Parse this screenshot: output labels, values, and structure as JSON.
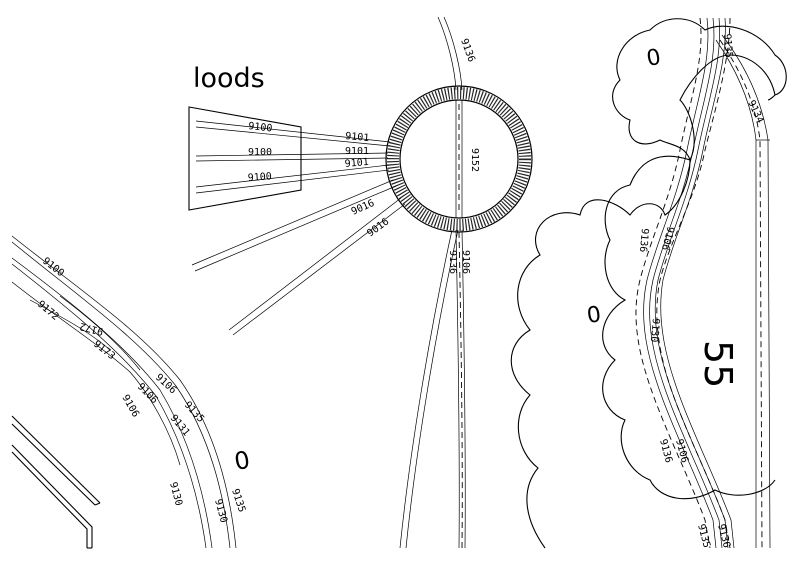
{
  "building": {
    "name": "loods"
  },
  "zones": {
    "big_number": "55",
    "zero_a": "0",
    "zero_b": "0",
    "zero_c": "0"
  },
  "track_labels": {
    "l9100_a": "9100",
    "l9100_b": "9100",
    "l9100_c": "9100",
    "l9101_a": "9101",
    "l9101_b": "9101",
    "l9101_c": "9101",
    "l9016_a": "9016",
    "l9016_b": "9016",
    "l9152": "9152",
    "l9136_top": "9136",
    "l9136_mid": "9136",
    "l9100_left": "9100",
    "l9172_a": "9172",
    "l9172_b": "9172",
    "l9173": "9173",
    "l9106_a": "9106",
    "l9106_b": "9106",
    "l9106_c": "9106",
    "l9135_a": "9135",
    "l9131": "9131",
    "l9130_a": "9130",
    "l9130_b": "9130",
    "l9135_b": "9135",
    "r9135": "9135",
    "r9134": "9134",
    "r9106": "9106",
    "r9130": "9130",
    "r9136": "9136",
    "r9106_b": "9106",
    "r9135_b": "9135",
    "r9136_b": "9136",
    "r9136_c": "9136"
  }
}
